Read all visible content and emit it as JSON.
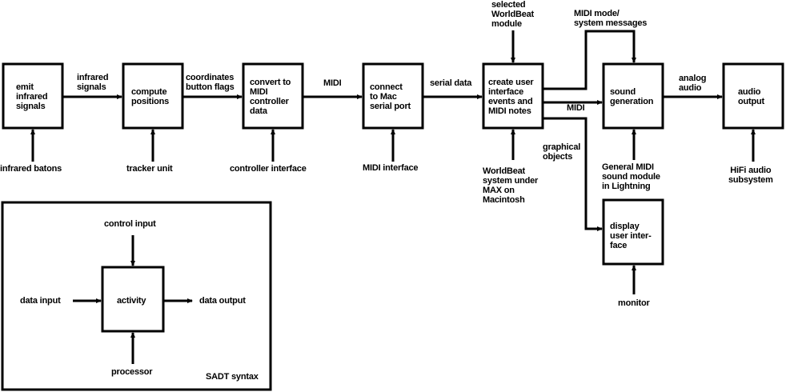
{
  "colors": {
    "ink": "#000000",
    "background": "#ffffff"
  },
  "main_diagram": {
    "activities": [
      {
        "id": "emit",
        "label": "emit\ninfrared\nsignals",
        "mechanism": "infrared batons"
      },
      {
        "id": "compute",
        "label": "compute\npositions",
        "mechanism": "tracker unit"
      },
      {
        "id": "convert",
        "label": "convert to\nMIDI\ncontroller\ndata",
        "mechanism": "controller interface"
      },
      {
        "id": "connect",
        "label": "connect\nto Mac\nserial port",
        "mechanism": "MIDI interface"
      },
      {
        "id": "create",
        "label": "create user\ninterface\nevents and\nMIDI notes",
        "control": "selected\nWorldBeat\nmodule",
        "mechanism": "WorldBeat\nsystem under\nMAX on\nMacintosh"
      },
      {
        "id": "sound",
        "label": "sound\ngeneration",
        "mechanism": "General MIDI\nsound module\nin Lightning"
      },
      {
        "id": "audio",
        "label": "audio\noutput",
        "mechanism": "HiFi audio\nsubsystem"
      },
      {
        "id": "display",
        "label": "display\nuser inter-\nface",
        "mechanism": "monitor"
      }
    ],
    "flows": [
      {
        "from": "emit",
        "to": "compute",
        "label": "infrared\nsignals"
      },
      {
        "from": "compute",
        "to": "convert",
        "label": "coordinates\nbutton flags"
      },
      {
        "from": "convert",
        "to": "connect",
        "label": "MIDI"
      },
      {
        "from": "connect",
        "to": "create",
        "label": "serial data"
      },
      {
        "from": "create",
        "to": "sound",
        "label": "MIDI mode/\nsystem messages",
        "kind": "control"
      },
      {
        "from": "create",
        "to": "sound",
        "label": "MIDI"
      },
      {
        "from": "create",
        "to": "display",
        "label": "graphical\nobjects"
      },
      {
        "from": "sound",
        "to": "audio",
        "label": "analog\naudio"
      }
    ]
  },
  "legend": {
    "title": "SADT syntax",
    "activity": "activity",
    "control": "control input",
    "input": "data input",
    "output": "data output",
    "mechanism": "processor"
  }
}
